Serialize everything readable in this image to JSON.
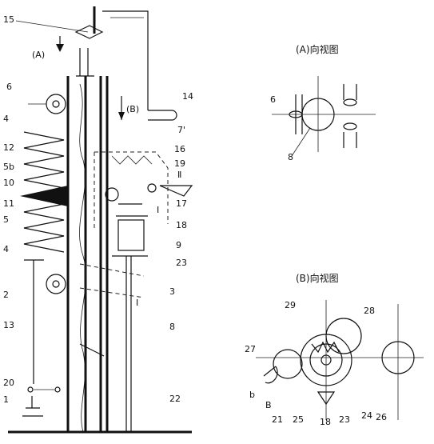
{
  "views": {
    "a_title": "(A)向视图",
    "b_title": "(B)向视图",
    "a_arrow": "(A)",
    "b_arrow": "(B)"
  },
  "main_labels": {
    "l15": "15",
    "l6a": "6",
    "l4a": "4",
    "l12": "12",
    "l5b": "5b",
    "l10": "10",
    "l11": "11",
    "l5": "5",
    "l4b": "4",
    "l2": "2",
    "l13": "13",
    "l20": "20",
    "l1": "1",
    "l14": "14",
    "l7": "7'",
    "l16": "16",
    "l19": "19",
    "l17": "17",
    "l18": "18",
    "l9": "9",
    "l23": "23",
    "l3": "3",
    "l8": "8",
    "l22": "22",
    "c1": "Ⅱ",
    "c2": "Ⅰ",
    "c3": "Ⅰ"
  },
  "a_view_labels": {
    "l6": "6",
    "l8": "8"
  },
  "b_view_labels": {
    "l29": "29",
    "l28": "28",
    "l27": "27",
    "lb": "b",
    "lB": "B",
    "l21": "21",
    "l25": "25",
    "l18": "18",
    "l23": "23",
    "l24": "24",
    "l26": "26"
  }
}
